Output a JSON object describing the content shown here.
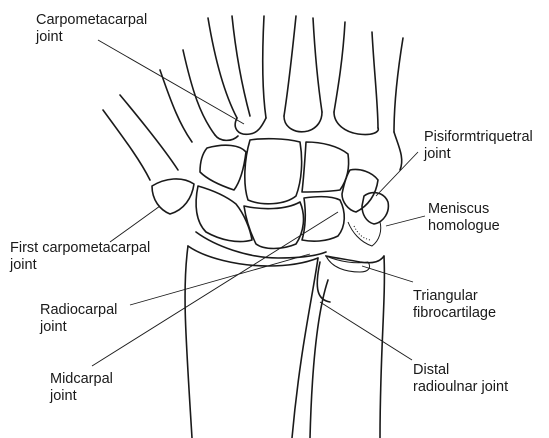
{
  "labels": {
    "carpometacarpal": [
      "Carpometacarpal",
      "joint"
    ],
    "pisiformtriquetral": [
      "Pisiformtriquetral",
      "joint"
    ],
    "meniscus": [
      "Meniscus",
      "homologue"
    ],
    "first_cmc": [
      "First carpometacarpal",
      "joint"
    ],
    "radiocarpal": [
      "Radiocarpal",
      "joint"
    ],
    "triangular": [
      "Triangular",
      "fibrocartilage"
    ],
    "midcarpal": [
      "Midcarpal",
      "joint"
    ],
    "distal_ru": [
      "Distal",
      "radioulnar joint"
    ]
  },
  "colors": {
    "ink": "#1a1a1a",
    "background": "#ffffff"
  }
}
